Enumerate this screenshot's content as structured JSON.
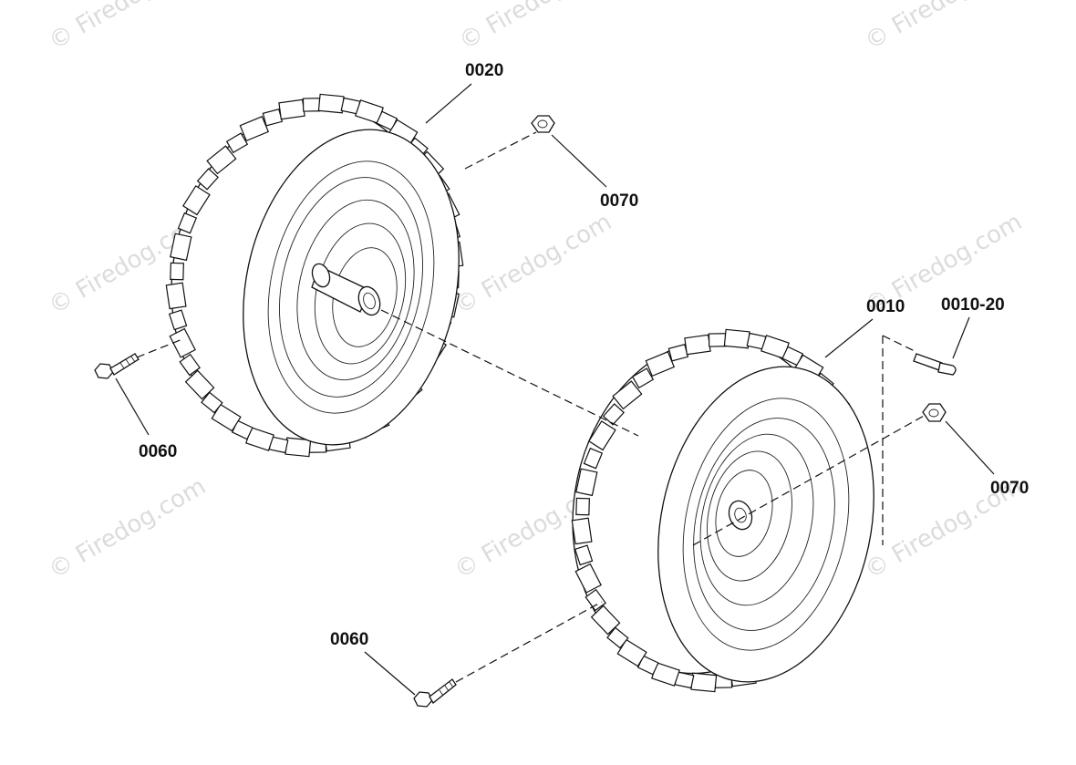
{
  "watermark": {
    "text": "© Firedog.com"
  },
  "callouts": {
    "wheel_left": "0020",
    "nut_top": "0070",
    "bolt_left": "0060",
    "wheel_right": "0010",
    "valve_stem": "0010-20",
    "nut_right": "0070",
    "bolt_bottom": "0060"
  }
}
